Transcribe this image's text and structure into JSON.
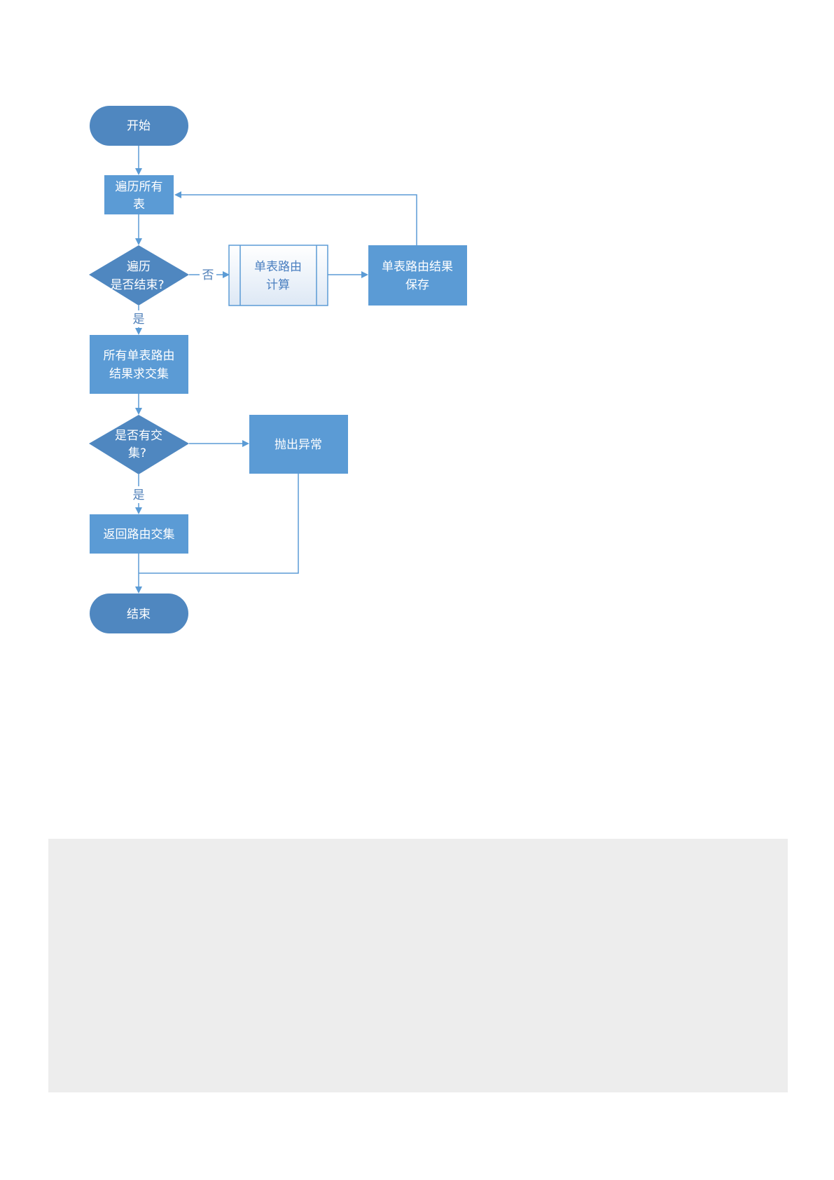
{
  "flowchart": {
    "nodes": {
      "start": {
        "label": "开始"
      },
      "traverse_tables": {
        "line1": "遍历所有",
        "line2": "表"
      },
      "traverse_done": {
        "line1": "遍历",
        "line2": "是否结束?"
      },
      "single_compute": {
        "line1": "单表路由",
        "line2": "计算"
      },
      "single_save": {
        "line1": "单表路由结果",
        "line2": "保存"
      },
      "intersect": {
        "line1": "所有单表路由",
        "line2": "结果求交集"
      },
      "has_intersection": {
        "line1": "是否有交",
        "line2": "集?"
      },
      "throw_exception": {
        "label": "抛出异常"
      },
      "return_intersection": {
        "label": "返回路由交集"
      },
      "end": {
        "label": "结束"
      }
    },
    "edge_labels": {
      "no": "否",
      "yes_1": "是",
      "yes_2": "是"
    }
  },
  "colors": {
    "terminal_fill": "#4f87c0",
    "process_fill": "#5b9bd5",
    "connector": "#5b9bd5",
    "subprocess_border": "#5b9bd5",
    "panel": "#ededed"
  }
}
